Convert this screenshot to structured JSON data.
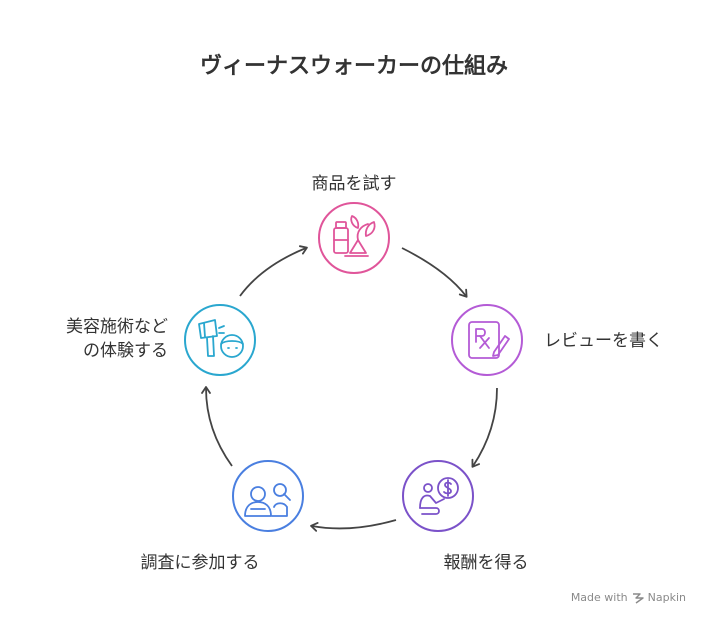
{
  "title": "ヴィーナスウォーカーの仕組み",
  "steps": [
    {
      "label": "商品を試す",
      "color": "#e0559a",
      "icon": "product-trial-icon"
    },
    {
      "label": "レビューを書く",
      "color": "#b45bd6",
      "icon": "prescription-write-icon"
    },
    {
      "label": "報酬を得る",
      "color": "#7b52c9",
      "icon": "earn-reward-icon"
    },
    {
      "label": "調査に参加する",
      "color": "#4a7fe0",
      "icon": "research-participation-icon"
    },
    {
      "label_line1": "美容施術など",
      "label_line2": "の体験する",
      "color": "#2aa7cf",
      "icon": "beauty-treatment-icon"
    }
  ],
  "arrow_color": "#444444",
  "watermark": {
    "made_with": "Made with",
    "brand": "Napkin"
  }
}
